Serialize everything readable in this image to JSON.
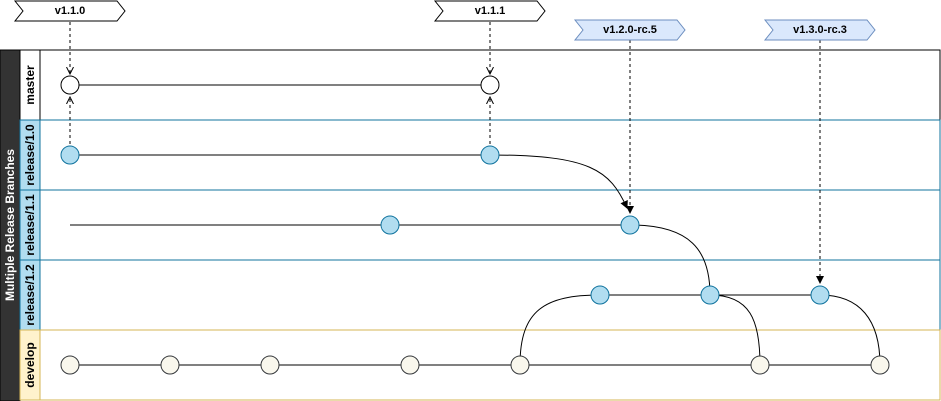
{
  "diagram": {
    "title": "Multiple Release Branches",
    "colors": {
      "title_bar": "#333333",
      "lane_border_release": "#10739e",
      "lane_header_release": "#b1ddf0",
      "commit_release": "#b1ddf0",
      "commit_release_stroke": "#10739e",
      "lane_border_develop": "#d6b656",
      "lane_header_develop": "#fff2cc",
      "commit_develop": "#f9f7ed",
      "tag_plain_fill": "#ffffff",
      "tag_rc_fill": "#dae8fc",
      "tag_rc_stroke": "#6c8ebf"
    },
    "lanes": [
      {
        "id": "master",
        "label": "master",
        "style": "master"
      },
      {
        "id": "release-1-0",
        "label": "release/1.0",
        "style": "release"
      },
      {
        "id": "release-1-1",
        "label": "release/1.1",
        "style": "release"
      },
      {
        "id": "release-1-2",
        "label": "release/1.2",
        "style": "release"
      },
      {
        "id": "develop",
        "label": "develop",
        "style": "develop"
      }
    ],
    "tags": [
      {
        "id": "v1-1-0",
        "label": "v1.1.0",
        "style": "plain"
      },
      {
        "id": "v1-1-1",
        "label": "v1.1.1",
        "style": "plain"
      },
      {
        "id": "v1-2-0-rc-5",
        "label": "v1.2.0-rc.5",
        "style": "rc"
      },
      {
        "id": "v1-3-0-rc-3",
        "label": "v1.3.0-rc.3",
        "style": "rc"
      }
    ]
  }
}
